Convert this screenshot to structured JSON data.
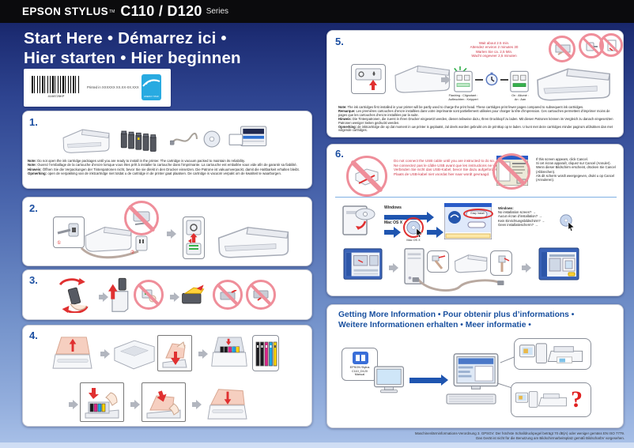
{
  "header": {
    "brand": "EPSON STYLUS",
    "trademark": "TM",
    "model": "C110 / D120",
    "series": "Series"
  },
  "title": {
    "line1": "Start Here • Démarrez ici •",
    "line2": "Hier starten • Hier beginnen"
  },
  "label_box": {
    "barcode_number": "4108725KP",
    "printed_in": "Printed in XXXXXX XX.XX-XX.XXX",
    "energy_star": "ENERGY STAR"
  },
  "s1": {
    "number": "1.",
    "notes": [
      {
        "lead": "Note:",
        "text": "Do not open the ink cartridge packages until you are ready to install in the printer. The cartridge is vacuum packed to maintain its reliability."
      },
      {
        "lead": "Note:",
        "text": "Ouvrez l’emballage de la cartouche d’encre lorsque vous êtes prêt à installer la cartouche dans l’imprimante. La cartouche est emballée sous vide afin de garantir sa fiabilité."
      },
      {
        "lead": "Hinweis:",
        "text": "Öffnen Sie die Verpackungen der Tintenpatronen nicht, bevor Sie sie direkt in den Drucker einsetzen. Die Patrone ist vakuumverpackt, damit die Haltbarkeit erhalten bleibt."
      },
      {
        "lead": "Opmerking:",
        "text": "open de verpakking van de inktcartridge niet totdat u de cartridge in de printer gaat plaatsen. De cartridge is vacuüm verpakt om de kwaliteit te waarborgen."
      }
    ]
  },
  "s2": {
    "number": "2.",
    "marker1": "①",
    "marker2": "②"
  },
  "s3": {
    "number": "3."
  },
  "s4": {
    "number": "4."
  },
  "s5": {
    "number": "5.",
    "wait_lines": [
      "Wait about 2.5 min.",
      "Attendez environ 2 minutes 30",
      "Warten Sie ca. 2,5 Min.",
      "Wacht ongeveer 2,5 minuten"
    ],
    "flashing_label_line1": "Flashing : Clignotant :",
    "flashing_label_line2": "Aufleuchten : Knippert",
    "on_label_line1": "On : Allumé :",
    "on_label_line2": "An : Aan",
    "notes": [
      {
        "lead": "Note:",
        "text": "The ink cartridges first installed in your printer will be partly used to charge the print head. These cartridges print fewer pages compared to subsequent ink cartridges."
      },
      {
        "lead": "Remarque:",
        "text": "Les premières cartouches d’encre installées dans votre imprimante sont partiellement utilisées pour charger la tête d’impression. Ces cartouches permettent d’imprimer moins de pages que les cartouches d’encre installées par la suite."
      },
      {
        "lead": "Hinweis:",
        "text": "Die Tintenpatronen, die zuerst in Ihren Drucker eingesetzt werden, dienen teilweise dazu, Ihren Druckkopf zu laden. Mit diesen Patronen können im Vergleich zu danach eingesetzten Patronen weniger Seiten gedruckt werden."
      },
      {
        "lead": "Opmerking:",
        "text": "de inktcartridge die op dat moment in uw printer is geplaatst, zal deels worden gebruikt om de printkop op te laden. U kunt met deze cartridges minder pagina’s afdrukken dan met volgende cartridges."
      }
    ]
  },
  "s6": {
    "number": "6.",
    "usb_warning": [
      "Do not connect the USB cable until you are instructed to do so.",
      "Ne connectez pas le câble USB avant que les instructions ne vous l’indiquent.",
      "Verbinden Sie nicht das USB-Kabel, bevor Sie dazu aufgefordert werden.",
      "Plaats de USB-kabel niet voordat hier naar wordt gevraagd."
    ],
    "cancel_note": [
      "If this screen appears, click Cancel.",
      "Si cet écran apparaît, cliquez sur Cancel (Annuler).",
      "Wenn dieser Bildschirm erscheint, drücken Sie Cancel (Abbrechen).",
      "Als dit scherm wordt weergegeven, drukt u op Cancel (Annuleren)."
    ],
    "windows_label": "Windows",
    "mac_label": "Mac OS X",
    "easy_install_label": "Easy Install",
    "no_screen": [
      "Windows:",
      "No installation screen? →",
      "Aucun écran d’installation? →",
      "Kein Einrichtungsbildschirm? →",
      "Geen installatiescherm? →"
    ]
  },
  "info": {
    "title_line1": "Getting More Information • Pour obtenir plus d’informations •",
    "title_line2": "Weitere Informationen erhalten • Meer informatie •",
    "manual_icon_line1": "EPSON Stylus",
    "manual_icon_line2": "C110_D120",
    "manual_icon_line3": "Manual",
    "question_mark": "?"
  },
  "footer": {
    "line1": "Maschinenlärminformations-Verordnung 3. GPSGV: Der höchste Schalldruckpegel beträgt 70 dB(A) oder weniger gemäss EN ISO 7779.",
    "line2": "Das Gerät ist nicht für die Benutzung am Bildschirmarbeitsplatz gemäß BildscharbV vorgesehen."
  },
  "colors": {
    "accent_blue": "#1c4fa1",
    "warning_red": "#cf3344",
    "prohibit_pink": "#ef8e9a",
    "arrow_blue": "#1f55b0"
  }
}
